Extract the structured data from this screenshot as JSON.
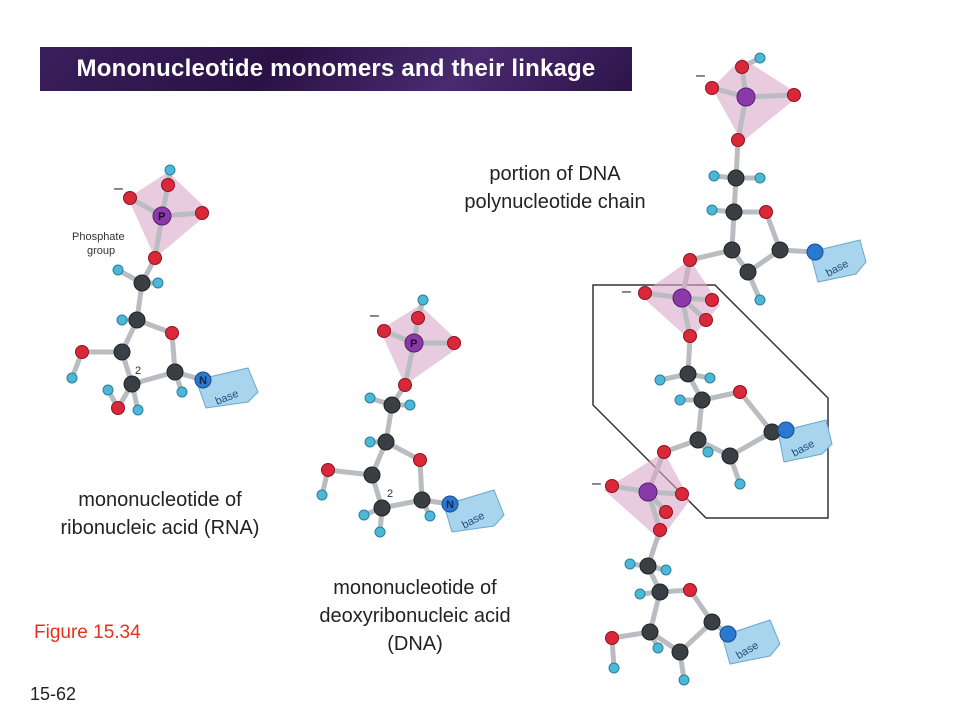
{
  "title": "Mononucleotide monomers and their linkage",
  "captions": {
    "rna": [
      "mononucleotide of",
      "ribonucleic acid (RNA)"
    ],
    "dna": [
      "mononucleotide of",
      "deoxyribonucleic acid",
      "(DNA)"
    ],
    "chain": [
      "portion of DNA",
      "polynucleotide chain"
    ]
  },
  "labels": {
    "phosphate_group": [
      "Phosphate",
      "group"
    ],
    "atom_p": "P",
    "atom_n": "N",
    "base": "base",
    "carbon_2": "2",
    "minus": "–"
  },
  "figure_label": "Figure 15.34",
  "slide_number": "15-62",
  "colors": {
    "title_bg": "#2a1245",
    "figure_label": "#e8301e",
    "carbon": "#3a3f44",
    "oxygen": "#d8283a",
    "hydrogen": "#4cb8d8",
    "phosphorus": "#8a3aa8",
    "nitrogen": "#2a78d0"
  }
}
